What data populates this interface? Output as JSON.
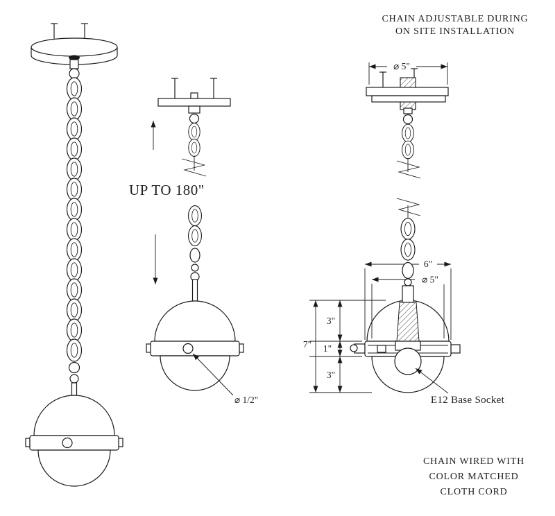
{
  "colors": {
    "ink": "#1a1a1a",
    "paper": "#ffffff"
  },
  "notes": {
    "adjustable": {
      "line1": "CHAIN ADJUSTABLE DURING",
      "line2": "ON SITE INSTALLATION"
    },
    "wiring": {
      "line1": "CHAIN WIRED WITH",
      "line2": "COLOR MATCHED",
      "line3": "CLOTH CORD"
    }
  },
  "dims": {
    "chain_length": "UP TO 180\"",
    "hole_dia": "⌀ 1/2\"",
    "canopy_dia": "⌀ 5\"",
    "overall_width": "6\"",
    "glass_dia": "⌀ 5\"",
    "upper_height": "3\"",
    "band_height": "1\"",
    "lower_height": "3\"",
    "overall_height": "7\"",
    "socket": "E12 Base Socket"
  }
}
